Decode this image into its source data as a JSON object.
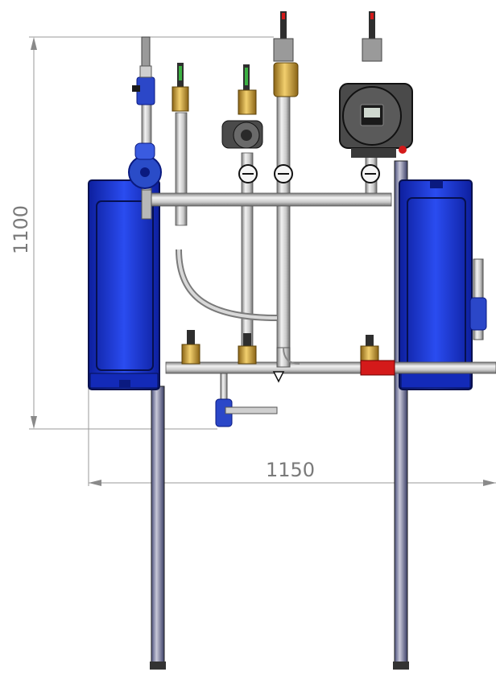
{
  "dimensions": {
    "height_label": "1100",
    "width_label": "1150"
  },
  "colors": {
    "heat_exchanger_blue": "#1f3fd6",
    "heat_exchanger_dark": "#0a1a80",
    "pipe_steel": "#c9c9c9",
    "pipe_shadow": "#7d7d7d",
    "brass": "#c99a2e",
    "pump_grey": "#4a4a4a",
    "red_fitting": "#d41a1a",
    "dimension_line": "#8a8a8a"
  },
  "icons": [
    "heat-exchanger-left",
    "heat-exchanger-right",
    "circulation-pump-large",
    "circulation-pump-small",
    "pressure-gauge",
    "ball-valve",
    "support-leg"
  ]
}
